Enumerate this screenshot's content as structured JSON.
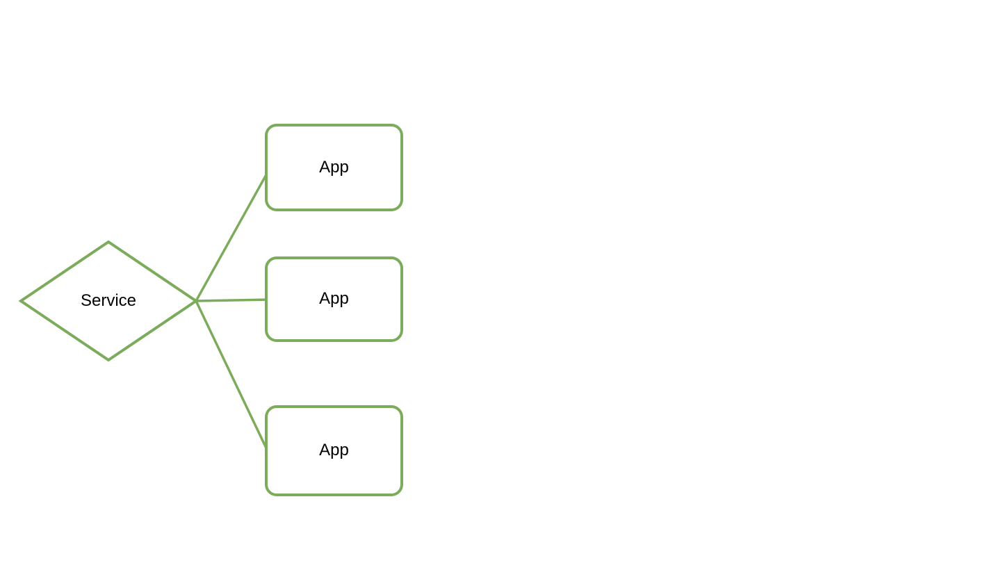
{
  "diagram": {
    "colors": {
      "accent": "#7cab5c",
      "node_fill": "#ffffff",
      "text": "#000000",
      "background": "#ffffff"
    },
    "nodes": [
      {
        "id": "service",
        "shape": "diamond",
        "label": "Service"
      },
      {
        "id": "app-1",
        "shape": "rounded-rectangle",
        "label": "App"
      },
      {
        "id": "app-2",
        "shape": "rounded-rectangle",
        "label": "App"
      },
      {
        "id": "app-3",
        "shape": "rounded-rectangle",
        "label": "App"
      }
    ],
    "edges": [
      {
        "from": "service",
        "to": "app-1"
      },
      {
        "from": "service",
        "to": "app-2"
      },
      {
        "from": "service",
        "to": "app-3"
      }
    ]
  }
}
